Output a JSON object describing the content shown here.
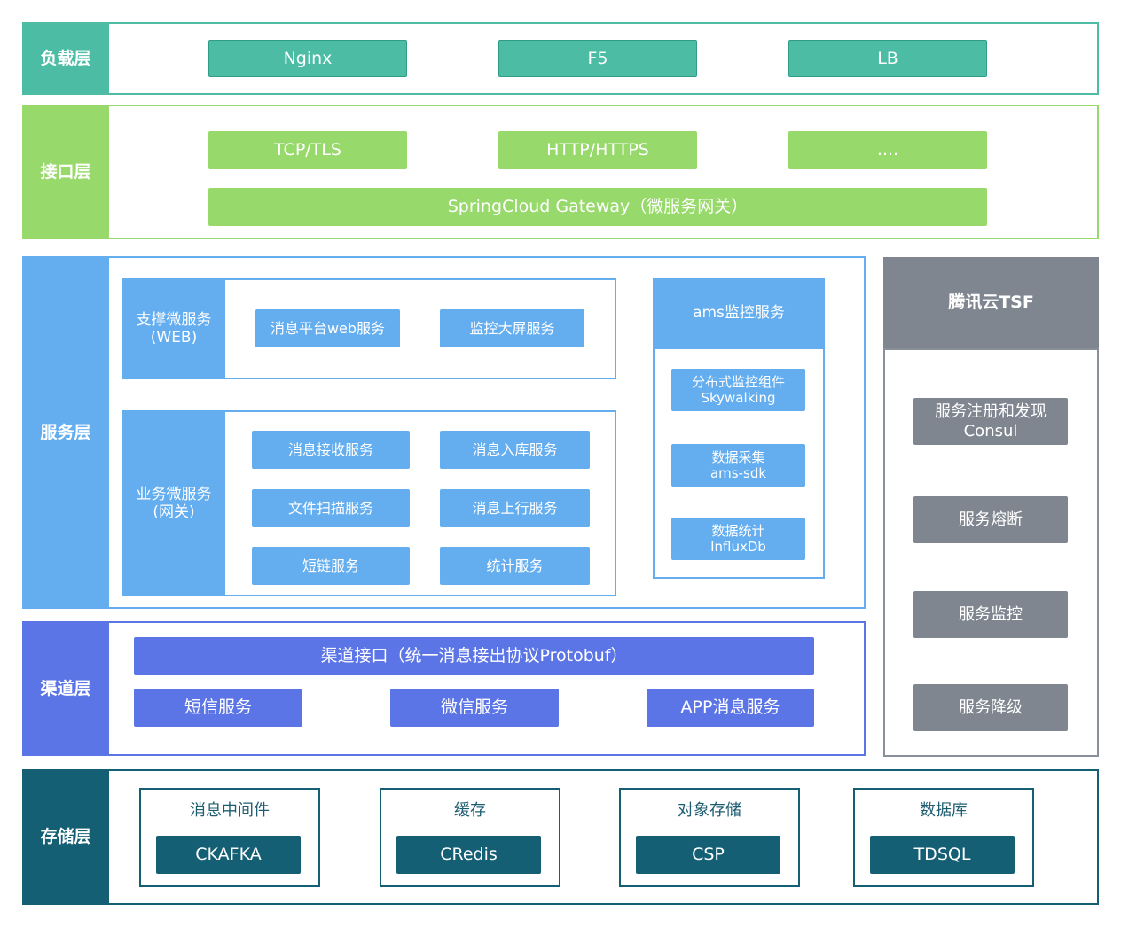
{
  "colors": {
    "load": "#4cbca5",
    "load_border": "#4cbca5",
    "iface": "#97d96b",
    "service": "#64aef0",
    "channel": "#5b74e6",
    "storage": "#145f74",
    "tsf": "#7f8690"
  },
  "load_layer": {
    "label": "负载层",
    "items": [
      "Nginx",
      "F5",
      "LB"
    ]
  },
  "interface_layer": {
    "label": "接口层",
    "items": [
      "TCP/TLS",
      "HTTP/HTTPS",
      "...."
    ],
    "gateway": "SpringCloud Gateway（微服务网关）"
  },
  "service_layer": {
    "label": "服务层",
    "support": {
      "label_line1": "支撑微服务",
      "label_line2": "(WEB)",
      "items": [
        "消息平台web服务",
        "监控大屏服务"
      ]
    },
    "business": {
      "label_line1": "业务微服务",
      "label_line2": "(网关)",
      "items": [
        "消息接收服务",
        "消息入库服务",
        "文件扫描服务",
        "消息上行服务",
        "短链服务",
        "统计服务"
      ]
    },
    "ams": {
      "title": "ams监控服务",
      "items": [
        {
          "line1": "分布式监控组件",
          "line2": "Skywalking"
        },
        {
          "line1": "数据采集",
          "line2": "ams-sdk"
        },
        {
          "line1": "数据统计",
          "line2": "InfluxDb"
        }
      ]
    }
  },
  "channel_layer": {
    "label": "渠道层",
    "interface": "渠道接口（统一消息接出协议Protobuf）",
    "items": [
      "短信服务",
      "微信服务",
      "APP消息服务"
    ]
  },
  "tsf": {
    "title": "腾讯云TSF",
    "registry_line1": "服务注册和发现",
    "registry_line2": "Consul",
    "items": [
      "服务熔断",
      "服务监控",
      "服务降级"
    ]
  },
  "storage_layer": {
    "label": "存储层",
    "groups": [
      {
        "title": "消息中间件",
        "item": "CKAFKA"
      },
      {
        "title": "缓存",
        "item": "CRedis"
      },
      {
        "title": "对象存储",
        "item": "CSP"
      },
      {
        "title": "数据库",
        "item": "TDSQL"
      }
    ]
  }
}
